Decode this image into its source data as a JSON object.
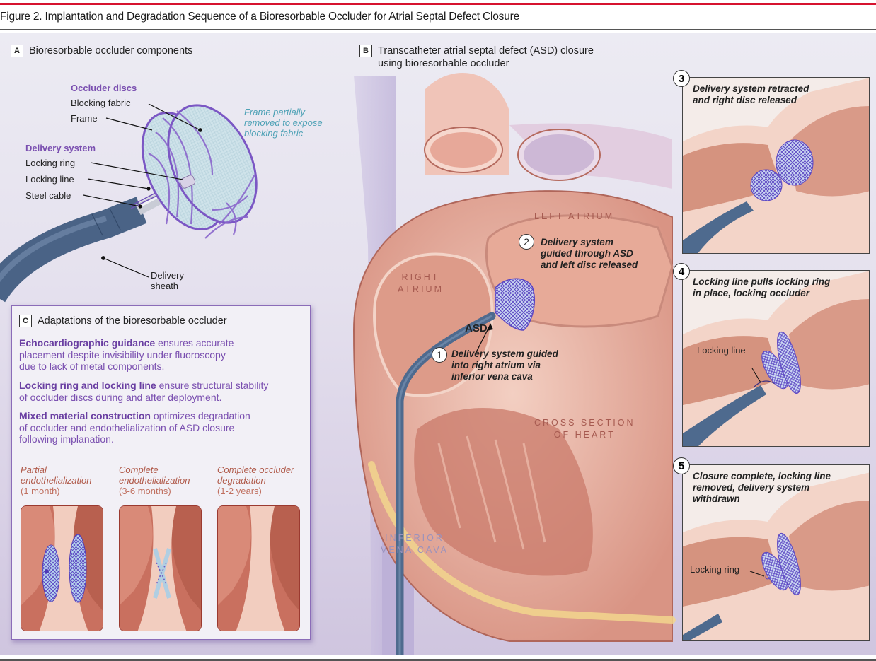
{
  "figure_title": "Figure 2. Implantation and Degradation Sequence of a Bioresorbable Occluder for Atrial Septal Defect Closure",
  "colors": {
    "accent_red": "#d6132f",
    "purple_text": "#7a4fb0",
    "teal_note": "#4fa2b6",
    "tissue": "#e9a896",
    "sheath": "#4e6a8e"
  },
  "panel_a": {
    "letter": "A",
    "title": "Bioresorbable occluder components",
    "occluder_discs_heading": "Occluder discs",
    "blocking_fabric": "Blocking fabric",
    "frame": "Frame",
    "frame_note": [
      "Frame partially",
      "removed to expose",
      "blocking fabric"
    ],
    "delivery_system_heading": "Delivery system",
    "locking_ring": "Locking ring",
    "locking_line": "Locking line",
    "steel_cable": "Steel cable",
    "delivery_sheath": [
      "Delivery",
      "sheath"
    ]
  },
  "panel_b": {
    "letter": "B",
    "title": [
      "Transcatheter atrial septal defect (ASD) closure",
      "using bioresorbable occluder"
    ],
    "left_atrium": "LEFT ATRIUM",
    "right_atrium": [
      "RIGHT",
      "ATRIUM"
    ],
    "asd": "ASD",
    "cross_section": [
      "CROSS SECTION",
      "OF HEART"
    ],
    "ivc": [
      "INFERIOR",
      "VENA CAVA"
    ],
    "steps": [
      {
        "num": "1",
        "text": [
          "Delivery system guided",
          "into right atrium via",
          "inferior vena cava"
        ]
      },
      {
        "num": "2",
        "text": [
          "Delivery system",
          "guided through ASD",
          "and left disc released"
        ]
      },
      {
        "num": "3",
        "text": [
          "Delivery system retracted",
          "and right disc released"
        ]
      },
      {
        "num": "4",
        "text": [
          "Locking line pulls locking ring",
          "in place, locking occluder"
        ],
        "label": "Locking line"
      },
      {
        "num": "5",
        "text": [
          "Closure complete, locking line",
          "removed, delivery system",
          "withdrawn"
        ],
        "label": "Locking ring"
      }
    ]
  },
  "panel_c": {
    "letter": "C",
    "title": "Adaptations of the bioresorbable occluder",
    "paragraphs": [
      {
        "bold": "Echocardiographic guidance",
        "rest": [
          " ensures accurate",
          "placement despite invisibility under fluoroscopy",
          "due to lack of metal components."
        ]
      },
      {
        "bold": "Locking ring and locking line",
        "rest": [
          " ensure structural stability",
          "of occluder discs during and after deployment."
        ]
      },
      {
        "bold": "Mixed material construction",
        "rest": [
          " optimizes degradation",
          "of occluder and endothelialization of ASD closure",
          "following implanation."
        ]
      }
    ],
    "stages": [
      {
        "title": [
          "Partial",
          "endothelialization"
        ],
        "time": "(1 month)"
      },
      {
        "title": [
          "Complete",
          "endothelialization"
        ],
        "time": "(3-6 months)"
      },
      {
        "title": [
          "Complete occluder",
          "degradation"
        ],
        "time": "(1-2 years)"
      }
    ]
  }
}
